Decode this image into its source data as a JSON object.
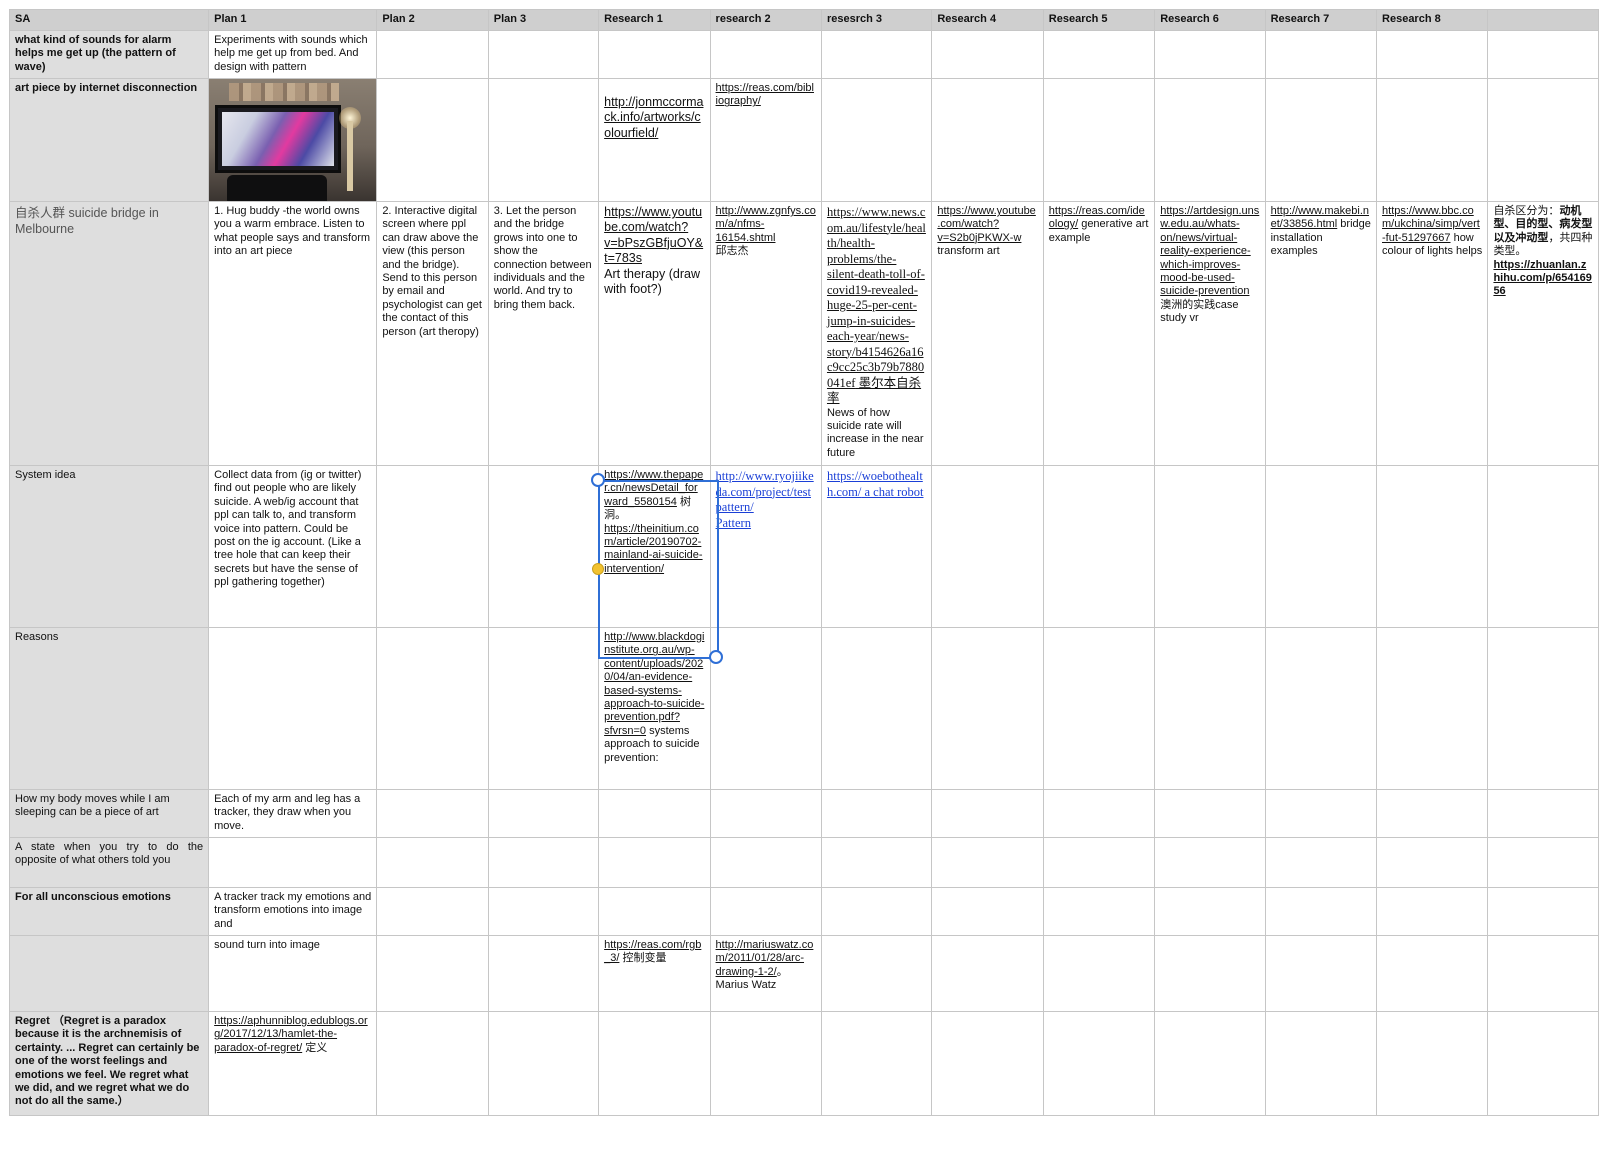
{
  "columns": [
    "SA",
    "Plan 1",
    "Plan 2",
    "Plan 3",
    "Research 1",
    "research 2",
    "resesrch 3",
    "Research 4",
    "Research 5",
    "Research 6",
    "Research 7",
    "Research 8",
    ""
  ],
  "rows": {
    "r1": {
      "sa": "what kind of sounds for alarm helps me get up (the pattern of wave)",
      "plan1": "Experiments with sounds which help me get up from bed. And design with pattern"
    },
    "r2": {
      "sa": "art piece by internet disconnection",
      "photo_icon": "photo-of-monitor-icon",
      "research1_link": "http://jonmccormack.info/artworks/colourfield/",
      "research2_link": "https://reas.com/bibliography/"
    },
    "r3": {
      "sa_cn": "自杀人群",
      "sa_en": " suicide bridge in Melbourne",
      "plan1": "1. Hug buddy -the world owns you a warm embrace. Listen to what people says and transform into an art piece",
      "plan2": "2. Interactive digital screen where ppl can draw above the view (this person and the bridge). Send to this person by email and psychologist can get the contact of this person (art theropy)",
      "plan3": "3. Let the person and the bridge grows into one to show the connection between individuals and the world. And try to bring them back.",
      "research1_link": "https://www.youtube.com/watch?v=bPszGBfjuOY&t=783s",
      "research1_note": "Art therapy (draw with foot?)",
      "research2_link": "http://www.zgnfys.com/a/nfms-16154.shtml",
      "research2_note": "邱志杰",
      "research3_link": "https://www.news.com.au/lifestyle/health/health-problems/the-silent-death-toll-of-covid19-revealed-huge-25-per-cent-jump-in-suicides-each-year/news-story/b4154626a16c9cc25c3b79b7880041ef",
      "research3_cn": " 墨尔本自杀率",
      "research3_note": "News of how suicide rate will increase in the near future",
      "research4_link": "https://www.youtube.com/watch?v=S2b0jPKWX-w",
      "research4_note": " transform art",
      "research5_link": "https://reas.com/ideology/",
      "research5_note": " generative art example",
      "research6_link": "https://artdesign.unsw.edu.au/whats-on/news/virtual-reality-experience-which-improves-mood-be-used-suicide-prevention",
      "research6_note": " 澳洲的实践case study vr",
      "research7_link": "http://www.makebi.net/33856.html",
      "research7_note": " bridge installation examples",
      "research8_link": "https://www.bbc.com/ukchina/simp/vert-fut-51297667",
      "research8_note": " how colour of lights helps",
      "extra_prefix": "自杀区分为：",
      "extra_bold": "动机型、目的型、病发型以及冲动型",
      "extra_mid": "，共四种类型。",
      "extra_link": "https://zhuanlan.zhihu.com/p/65416956"
    },
    "r4": {
      "sa": "System idea",
      "plan1": "Collect data from (ig or twitter) find out people who are likely suicide. A web/ig account that ppl can talk to, and transform voice into pattern. Could be post on the ig account. (Like a tree hole that can keep their secrets but have the sense of ppl gathering together)",
      "research1_link_a": "https://www.thepaper.cn/newsDetail_forward_5580154",
      "research1_note_a": " 树洞。",
      "research1_link_b": "https://theinitium.com/article/20190702-mainland-ai-suicide-intervention/",
      "research2_link": "http://www.ryojiikeda.com/project/testpattern/",
      "research2_note": "Pattern",
      "research3_link": "https://woebothealth.com/",
      "research3_note": "     a chat robot"
    },
    "r5": {
      "sa": "Reasons",
      "research1_link": "http://www.blackdoginstitute.org.au/wp-content/uploads/2020/04/an-evidence-based-systems-approach-to-suicide-prevention.pdf?sfvrsn=0",
      "research1_note": " systems approach to suicide prevention:"
    },
    "r6": {
      "sa": "How my body moves while I am sleeping can be a piece of art",
      "plan1": "Each of my arm and leg has a tracker, they draw when you move."
    },
    "r7": {
      "sa": "A state when you try to do the opposite of what others told you"
    },
    "r8": {
      "sa": "For all unconscious emotions",
      "plan1": "A tracker track my emotions and transform emotions into image and"
    },
    "r9": {
      "plan1": "sound turn into image",
      "research1_link": "https://reas.com/rgb_3/",
      "research1_note": " 控制变量",
      "research2_link": "http://mariuswatz.com/2011/01/28/arc-drawing-1-2/",
      "research2_note": "。Marius Watz"
    },
    "r10": {
      "sa": "Regret （Regret is a paradox because it is the archnemisis of certainty. ... Regret can certainly be one of the worst feelings and emotions we feel. We regret what we did, and we regret what we do not do all the same.）",
      "plan1_link": "https://aphunniblog.edublogs.org/2017/12/13/hamlet-the-paradox-of-regret/",
      "plan1_note": " 定义"
    }
  },
  "colors": {
    "header_bg": "#cfcfcf",
    "row_header_bg": "#dedede",
    "grid": "#c6c6c6",
    "selection": "#2f6fd6",
    "link_blue": "#1a3fd6"
  }
}
